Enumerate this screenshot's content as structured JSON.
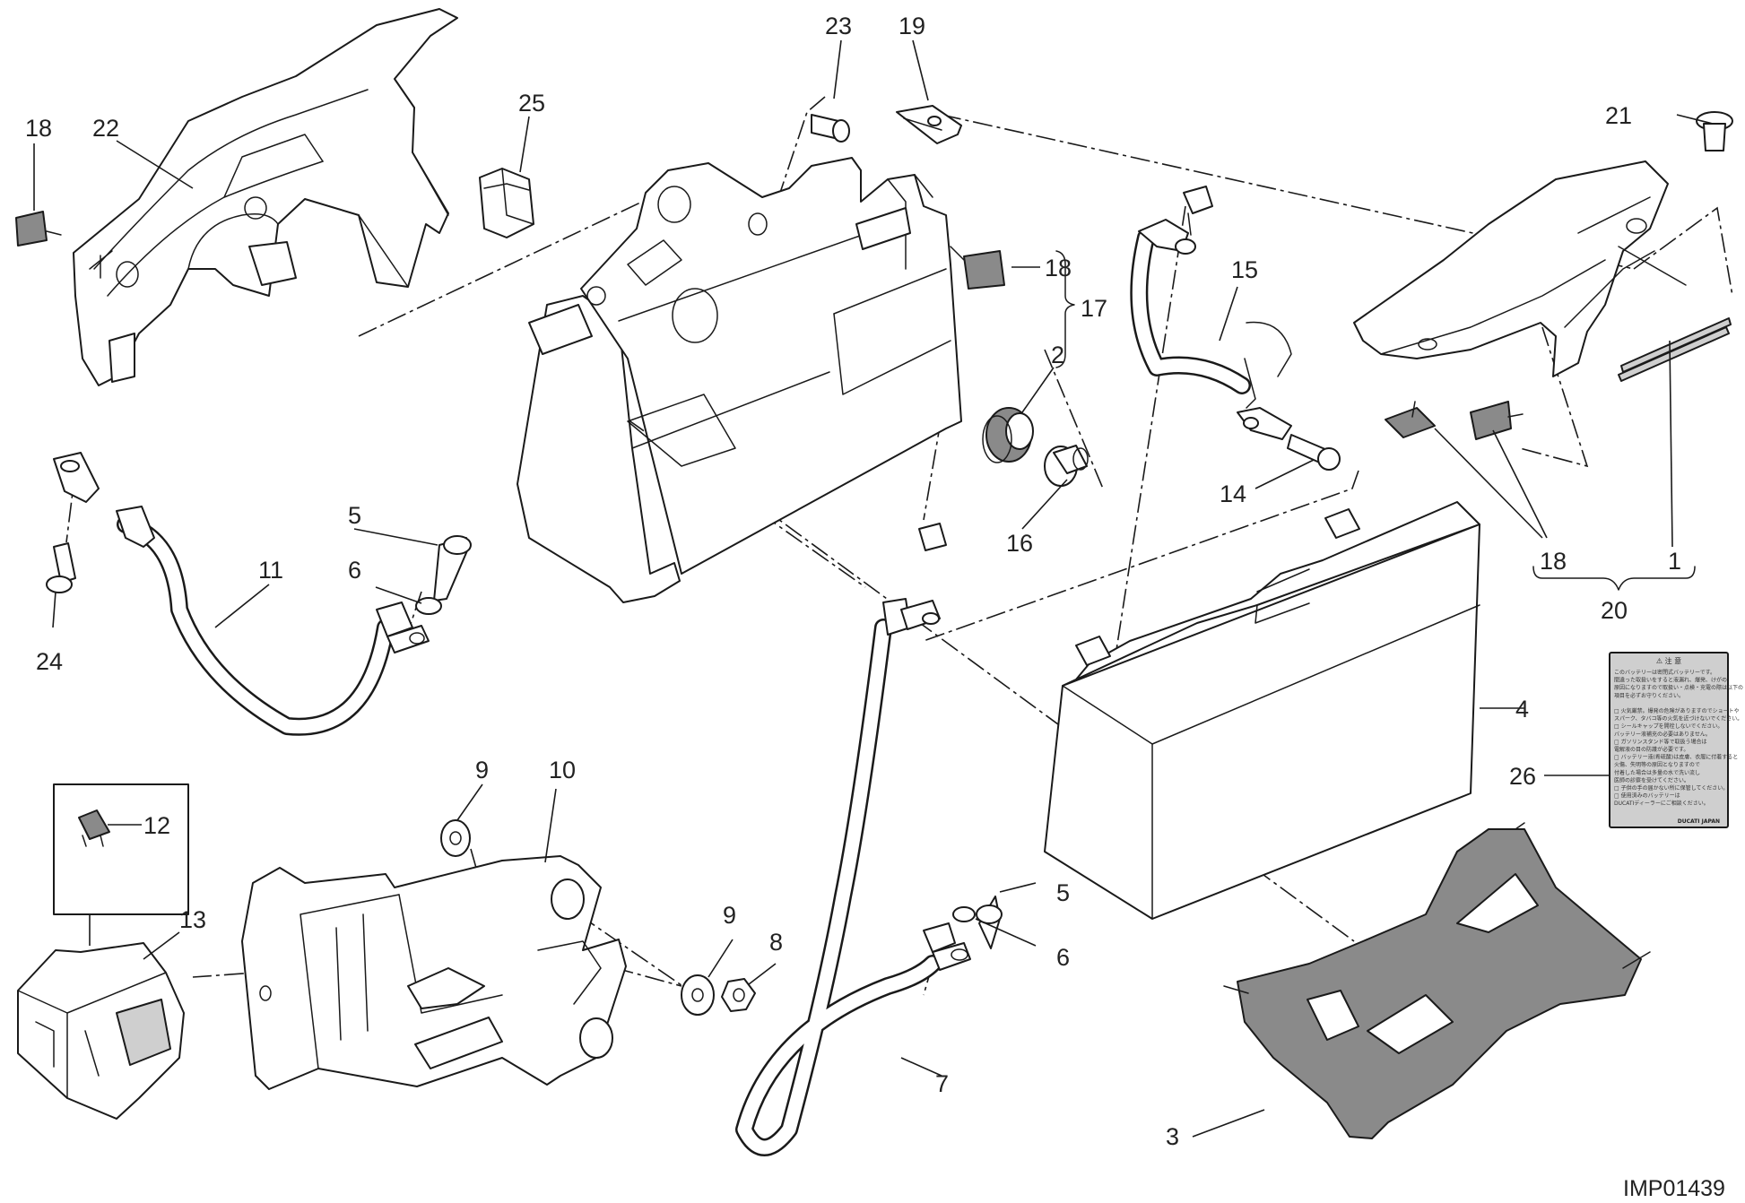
{
  "drawing_code": "IMP01439",
  "callouts": {
    "c1": "1",
    "c2": "2",
    "c3": "3",
    "c4": "4",
    "c5a": "5",
    "c5b": "5",
    "c6a": "6",
    "c6b": "6",
    "c7": "7",
    "c8": "8",
    "c9a": "9",
    "c9b": "9",
    "c10": "10",
    "c11": "11",
    "c12": "12",
    "c13": "13",
    "c14": "14",
    "c15": "15",
    "c16": "16",
    "c17": "17",
    "c18a": "18",
    "c18b": "18",
    "c18c": "18",
    "c19": "19",
    "c20": "20",
    "c21": "21",
    "c22": "22",
    "c23": "23",
    "c24": "24",
    "c25": "25",
    "c26": "26"
  },
  "sticker": {
    "title": "⚠ 注 意",
    "lines": [
      "このバッテリーは密閉式バッテリーです。",
      "間違った取扱いをすると液漏れ、爆発、けがの",
      "原因になりますので取扱い・点検・充電の際は以下の",
      "項目を必ずお守りください。",
      "",
      "□ 火気厳禁。爆発の危険がありますのでショートや",
      "   スパーク、タバコ等の火気を近づけないでください。",
      "□ シールキャップを開栓しないでください。",
      "   バッテリー液補充の必要はありません。",
      "□ ガソリンスタンド等で取扱う場合は",
      "   電解液の目の防護が必要です。",
      "□ バッテリー液(希硫酸)は皮膚、衣服に付着すると",
      "   火傷、失明等の原因となりますので",
      "   付着した場合は多量の水で洗い流し",
      "   医師の診察を受けてください。",
      "□ 子供の手の届かない所に保管してください。",
      "□ 使用済みのバッテリーは",
      "   DUCATIディーラーにご相談ください。"
    ],
    "brand": "DUCATI JAPAN"
  }
}
